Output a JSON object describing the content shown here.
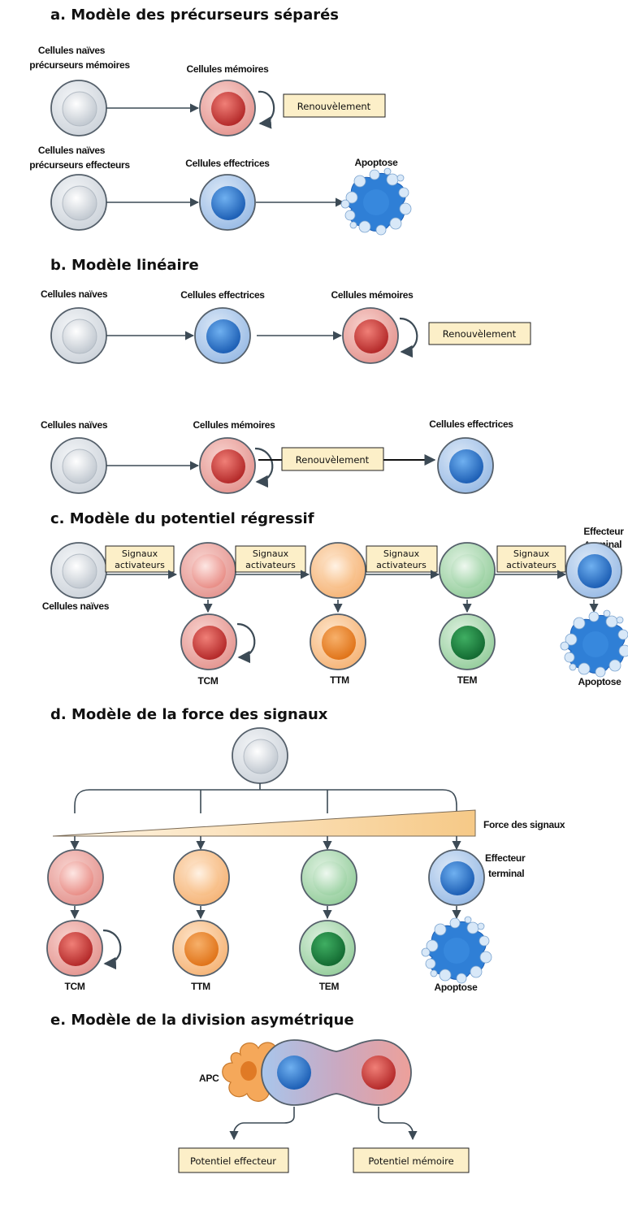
{
  "section_a": {
    "title": "a. Modèle des précurseurs séparés",
    "naive_memory_line1": "Cellules naïves",
    "naive_memory_line2": "précurseurs mémoires",
    "memory_cells": "Cellules mémoires",
    "renewal": "Renouvèlement",
    "naive_effector_line1": "Cellules naïves",
    "naive_effector_line2": "précurseurs effecteurs",
    "effector_cells": "Cellules effectrices",
    "apoptosis": "Apoptose"
  },
  "section_b": {
    "title": "b. Modèle linéaire",
    "row1_naive": "Cellules naïves",
    "row1_effector": "Cellules effectrices",
    "row1_memory": "Cellules mémoires",
    "row1_renewal": "Renouvèlement",
    "row2_naive": "Cellules naïves",
    "row2_memory": "Cellules mémoires",
    "row2_renewal": "Renouvèlement",
    "row2_effector": "Cellules effectrices"
  },
  "section_c": {
    "title": "c. Modèle du potentiel régressif",
    "signal_line1": "Signaux",
    "signal_line2": "activateurs",
    "terminal_line1": "Effecteur",
    "terminal_line2": "terminal",
    "naive": "Cellules naïves",
    "tcm": "TCM",
    "ttm": "TTM",
    "tem": "TEM",
    "apoptosis": "Apoptose"
  },
  "section_d": {
    "title": "d. Modèle de la force des signaux",
    "signal_strength": "Force des signaux",
    "terminal_line1": "Effecteur",
    "terminal_line2": "terminal",
    "tcm": "TCM",
    "ttm": "TTM",
    "tem": "TEM",
    "apoptosis": "Apoptose"
  },
  "section_e": {
    "title": "e. Modèle de la division asymétrique",
    "apc": "APC",
    "effector_potential": "Potentiel effecteur",
    "memory_potential": "Potentiel mémoire"
  },
  "colors": {
    "naive_outer": "#dfe3e8",
    "naive_inner": "#c7cdd4",
    "memory_outer": "#f2b8b3",
    "memory_inner": "#d43f3f",
    "effector_outer": "#b9d3f0",
    "effector_inner": "#2f7fd6",
    "ttm_outer": "#fcd2a8",
    "ttm_inner": "#f08a2a",
    "tem_outer": "#bfe3c4",
    "tem_inner": "#1f8a45",
    "box_fill": "#fcefc8",
    "apc": "#f5a85a"
  }
}
